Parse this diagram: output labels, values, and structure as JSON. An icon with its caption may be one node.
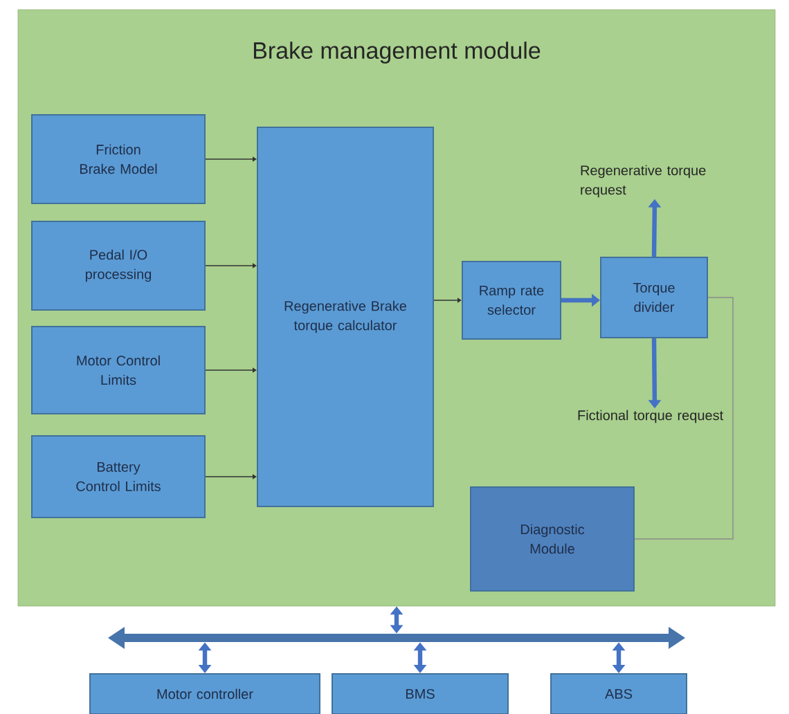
{
  "diagram": {
    "nodes": [
      {
        "text": [
          "Brake management module"
        ]
      },
      {
        "text": [
          "Friction Brake Model"
        ],
        "in": 0
      },
      {
        "text": [
          "Pedal I/O processing"
        ],
        "in": 0
      },
      {
        "text": [
          "Motor Control Limits"
        ],
        "in": 0
      },
      {
        "text": [
          "Battery Control Limits"
        ],
        "in": 0
      },
      {
        "text": [
          "Regenerative Brake torque calculator"
        ],
        "in": 0
      },
      {
        "text": [
          "Ramp rate selector"
        ],
        "in": 0
      },
      {
        "text": [
          "Torque divider"
        ],
        "in": 0
      },
      {
        "text": [
          "Regenerative torque request"
        ],
        "in": 0
      },
      {
        "text": [
          "Fictional torque request"
        ],
        "in": 0
      },
      {
        "text": [
          "Diagnostic Module"
        ],
        "in": 0
      },
      {
        "text": [],
        "shape": "bar"
      },
      {
        "text": [
          "Motor controller"
        ]
      },
      {
        "text": [
          "BMS"
        ]
      },
      {
        "text": [
          "ABS"
        ]
      }
    ],
    "edges": [
      {
        "from": 1,
        "to": 5,
        "arrow": "to",
        "color": "#333333"
      },
      {
        "from": 2,
        "to": 5,
        "arrow": "to",
        "color": "#333333"
      },
      {
        "from": 3,
        "to": 5,
        "arrow": "to",
        "color": "#333333"
      },
      {
        "from": 4,
        "to": 5,
        "arrow": "to",
        "color": "#333333"
      },
      {
        "from": 5,
        "to": 6,
        "arrow": "to",
        "color": "#333333"
      },
      {
        "from": 6,
        "to": 7,
        "arrow": "to"
      },
      {
        "from": 7,
        "to": 8,
        "arrow": "to"
      },
      {
        "from": 7,
        "to": 9,
        "arrow": "to"
      },
      {
        "from": 7,
        "to": 10,
        "arrow": "none",
        "color": "#8a8a8a"
      },
      {
        "from": 0,
        "to": 11,
        "arrow": "both"
      },
      {
        "from": 11,
        "to": 12,
        "arrow": "both"
      },
      {
        "from": 11,
        "to": 13,
        "arrow": "both"
      },
      {
        "from": 11,
        "to": 14,
        "arrow": "both"
      }
    ]
  }
}
